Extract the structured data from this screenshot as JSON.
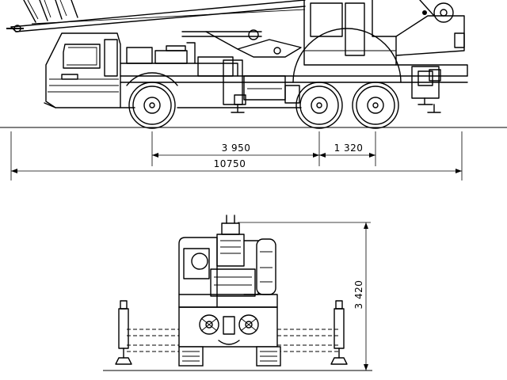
{
  "side_view": {
    "dimensions": {
      "wheelbase": "3 950",
      "rear_axle_spacing": "1 320",
      "overall_length": "10750"
    }
  },
  "rear_view": {
    "dimensions": {
      "overall_height": "3 420"
    }
  }
}
